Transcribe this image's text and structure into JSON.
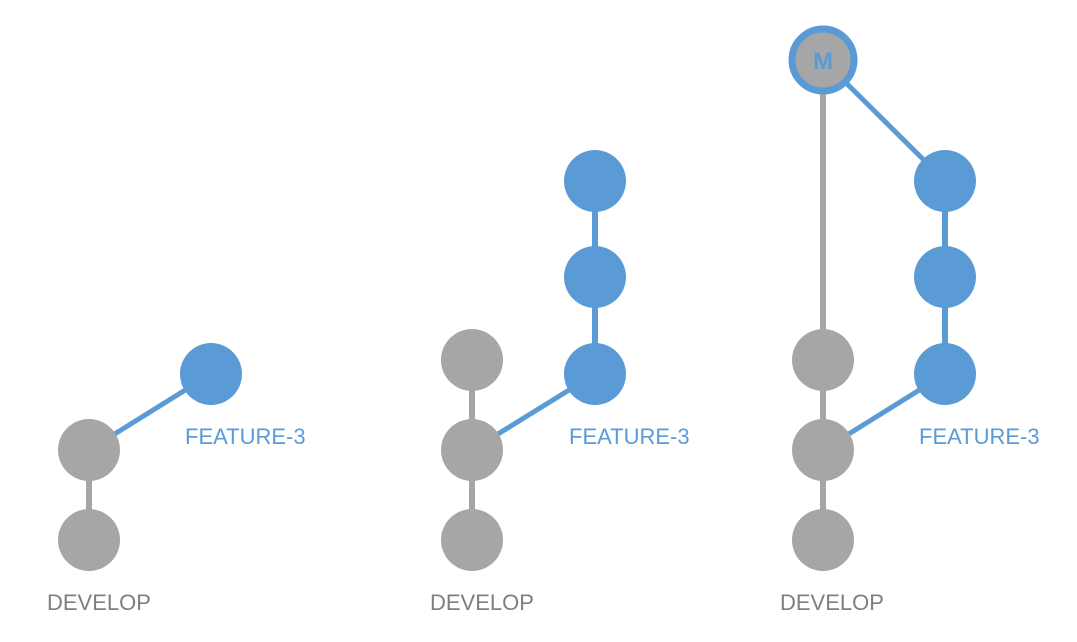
{
  "colors": {
    "develop": "#a6a6a6",
    "feature": "#5b9bd5",
    "develop_text": "#7f7f7f",
    "merge_fill": "#a6a6a6",
    "merge_ring": "#5b9bd5"
  },
  "panels": [
    {
      "feature_label": "FEATURE-3",
      "develop_label": "DEVELOP"
    },
    {
      "feature_label": "FEATURE-3",
      "develop_label": "DEVELOP"
    },
    {
      "feature_label": "FEATURE-3",
      "develop_label": "DEVELOP",
      "merge_label": "M"
    }
  ]
}
